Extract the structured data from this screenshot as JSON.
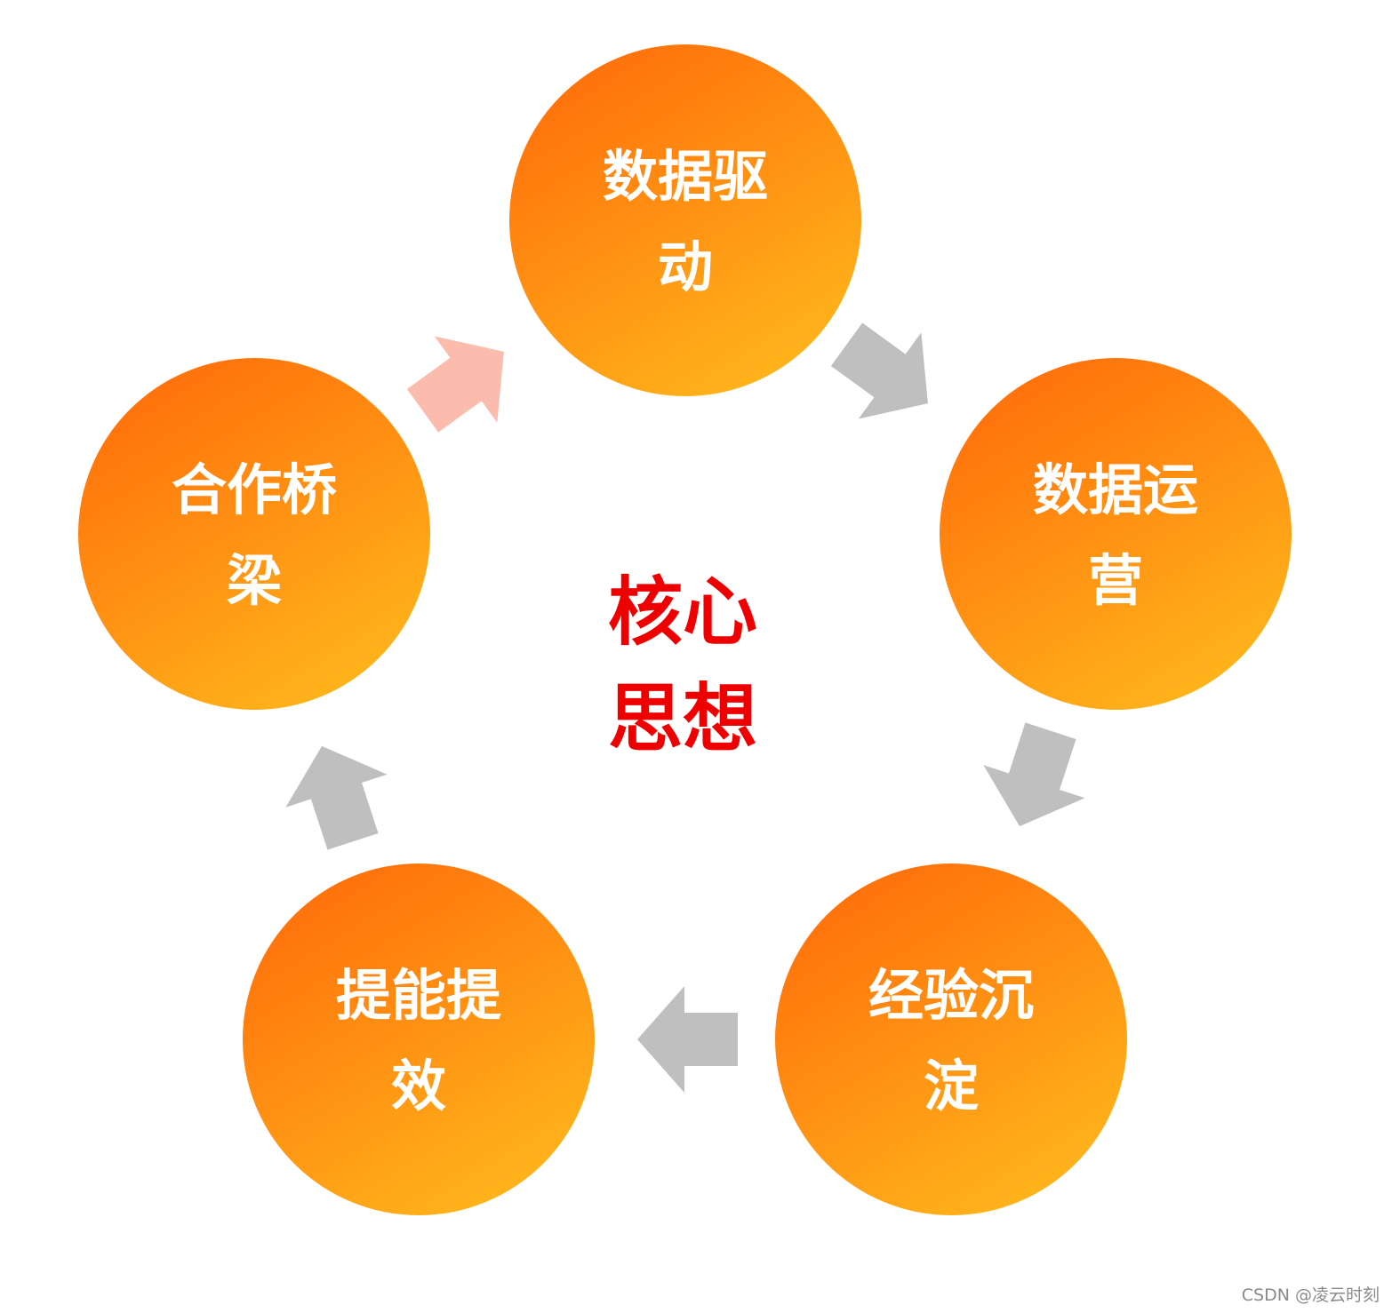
{
  "center": {
    "line1": "核心",
    "line2": "思想"
  },
  "nodes": [
    {
      "id": "data-driven",
      "line1": "数据驱",
      "line2": "动"
    },
    {
      "id": "data-operation",
      "line1": "数据运",
      "line2": "营"
    },
    {
      "id": "experience",
      "line1": "经验沉",
      "line2": "淀"
    },
    {
      "id": "empower",
      "line1": "提能提",
      "line2": "效"
    },
    {
      "id": "bridge",
      "line1": "合作桥",
      "line2": "梁"
    }
  ],
  "colors": {
    "node_gradient_start": "#ff6d0a",
    "node_gradient_end": "#ffb81c",
    "node_text": "#ffffff",
    "center_text": "#ee0000",
    "arrow_gray": "#bfbfbf",
    "arrow_highlight": "#fbbcae"
  },
  "watermark": "CSDN @凌云时刻"
}
